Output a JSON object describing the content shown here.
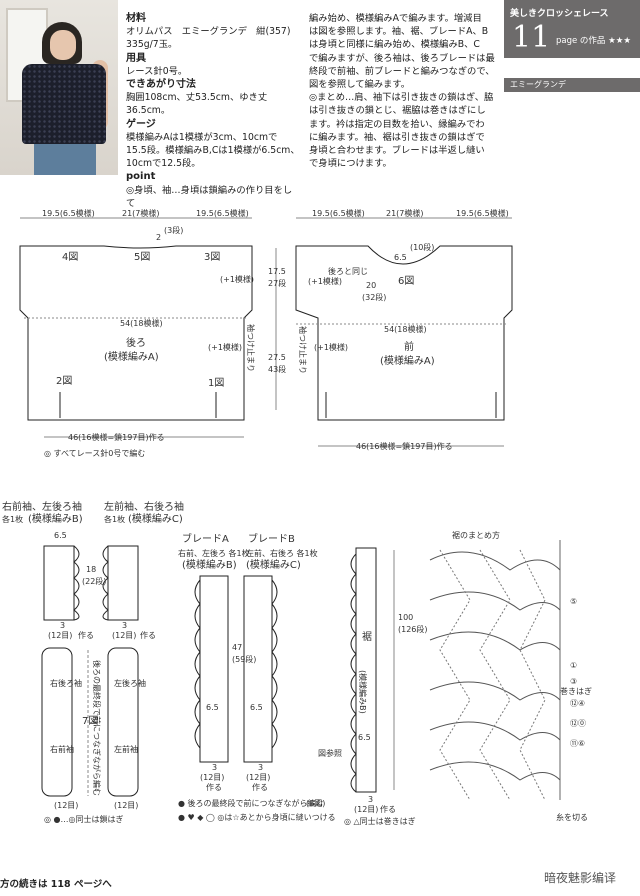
{
  "header": {
    "badge_title": "美しきクロッシェレース",
    "badge_number": "11",
    "badge_sub": "page の作品 ★★★",
    "brand_tag": "エミーグランデ"
  },
  "materials": {
    "h_material": "材料",
    "material": "オリムパス　エミーグランデ　紺(357)",
    "amount": "335g/7玉。",
    "h_tools": "用具",
    "tools": "レース針0号。",
    "h_size": "できあがり寸法",
    "size": "胸囲108cm、丈53.5cm、ゆき丈36.5cm。",
    "h_gauge": "ゲージ",
    "gauge1": "模様編みAは1模様が3cm、10cmで",
    "gauge2": "15.5段。模様編みB,Cは1模様が6.5cm、",
    "gauge3": "10cmで12.5段。",
    "h_point": "point",
    "point1": "◎身頃、袖…身頃は鎖編みの作り目をして"
  },
  "instructions": [
    "編み始め、模様編みAで編みます。増減目",
    "は図を参照します。袖、裾、ブレードA、B",
    "は身頃と同様に編み始め、模様編みB、C",
    "で編みますが、後ろ袖は、後ろブレードは最",
    "終段で前袖、前ブレードと編みつなぎので、",
    "図を参照して編みます。",
    "◎まとめ…肩、袖下は引き抜きの鎖はぎ、脇",
    "は引き抜きの鎖とじ、裾脇は巻きはぎにし",
    "ます。衿は指定の目数を拾い、縁編みでわ",
    "に編みます。袖、裾は引き抜きの鎖はぎで",
    "身頃と合わせます。ブレードは半返し縫い",
    "で身頃につけます。"
  ],
  "back_body": {
    "top_left": "19.5(6.5模様)",
    "top_mid": "21(7模様)",
    "top_right": "19.5(6.5模様)",
    "neck": "2",
    "neck_rows": "(3段)",
    "n4": "4図",
    "n5": "5図",
    "n3": "3図",
    "inc1": "(+1模様)",
    "inc2": "(+1模様)",
    "chest": "54(18模様)",
    "title": "後ろ",
    "pattern": "(模様編みA)",
    "n2": "2図",
    "n1": "1図",
    "bottom": "46(16模様=鎖197目)作る",
    "note": "◎ すべてレース針0号で編む",
    "side_a": "17.5",
    "side_a2": "27段",
    "side_b": "27.5",
    "side_b2": "43段",
    "sleeve_stop": "袖つけ止まり"
  },
  "front_body": {
    "top_left": "19.5(6.5模様)",
    "top_mid": "21(7模様)",
    "top_right": "19.5(6.5模様)",
    "neck_d": "6.5",
    "neck_rows": "(10段)",
    "n6": "6図",
    "same_back": "後ろと同じ",
    "inc": "(+1模様)",
    "inc2": "(+1模様)",
    "depth": "20",
    "depth_rows": "(32段)",
    "chest": "54(18模様)",
    "title": "前",
    "pattern": "(模様編みA)",
    "bottom": "46(16模様=鎖197目)作る",
    "sleeve_stop": "袖つけ止まり"
  },
  "sleeves": {
    "title_a": "右前袖、左後ろ袖",
    "count_a": "各1枚",
    "pattern_a": "(模様編みB)",
    "title_b": "左前袖、右後ろ袖",
    "count_b": "各1枚",
    "pattern_b": "(模様編みC)",
    "w": "6.5",
    "h": "18",
    "h_rows": "(22段)",
    "start": "3",
    "start_rows": "(12目)",
    "make": "作る",
    "lbl_rb": "右後ろ袖",
    "lbl_lb": "左後ろ袖",
    "lbl_rf": "右前袖",
    "lbl_lf": "左前袖",
    "fig": "7図",
    "join_note": "後ろの最終段で前につなぎながら編む",
    "rows_a": "(12目)",
    "rows_b": "(12目)",
    "legend": "◎ ●…◎同士は鎖はぎ"
  },
  "braids": {
    "title_a": "ブレードA",
    "title_b": "ブレードB",
    "sub_a": "右前、左後ろ 各1枚",
    "sub_b": "左前、右後ろ 各1枚",
    "pattern_a": "(模様編みB)",
    "pattern_b": "(模様編みC)",
    "len": "47",
    "len_rows": "(59段)",
    "w": "6.5",
    "start": "3",
    "start_rows": "(12目)",
    "make": "作る",
    "legend1": "● 後ろの最終段で前につなぎながら編む",
    "legend2": "● ♥ ◆ ◯ ◎は☆あとから身頃に縫いつける",
    "fig8": "(8図)"
  },
  "hem": {
    "label": "裾",
    "pattern": "(模様編みB)",
    "len": "100",
    "len_rows": "(126段)",
    "w": "6.5",
    "ref": "図参照",
    "start": "3",
    "start_rows": "(12目)",
    "make": "作る",
    "legend": "◎ △同士は巻きはぎ"
  },
  "finish": {
    "title": "裾のまとめ方",
    "m5": "⑤",
    "m1": "①",
    "m3": "③",
    "wrap": "巻きはぎ",
    "r124": "⑫④",
    "r120": "⑫⓪",
    "r116": "⑪⑥",
    "cut": "糸を切る"
  },
  "footer": "方の続きは 118 ページへ",
  "watermark": "暗夜魅影编译"
}
